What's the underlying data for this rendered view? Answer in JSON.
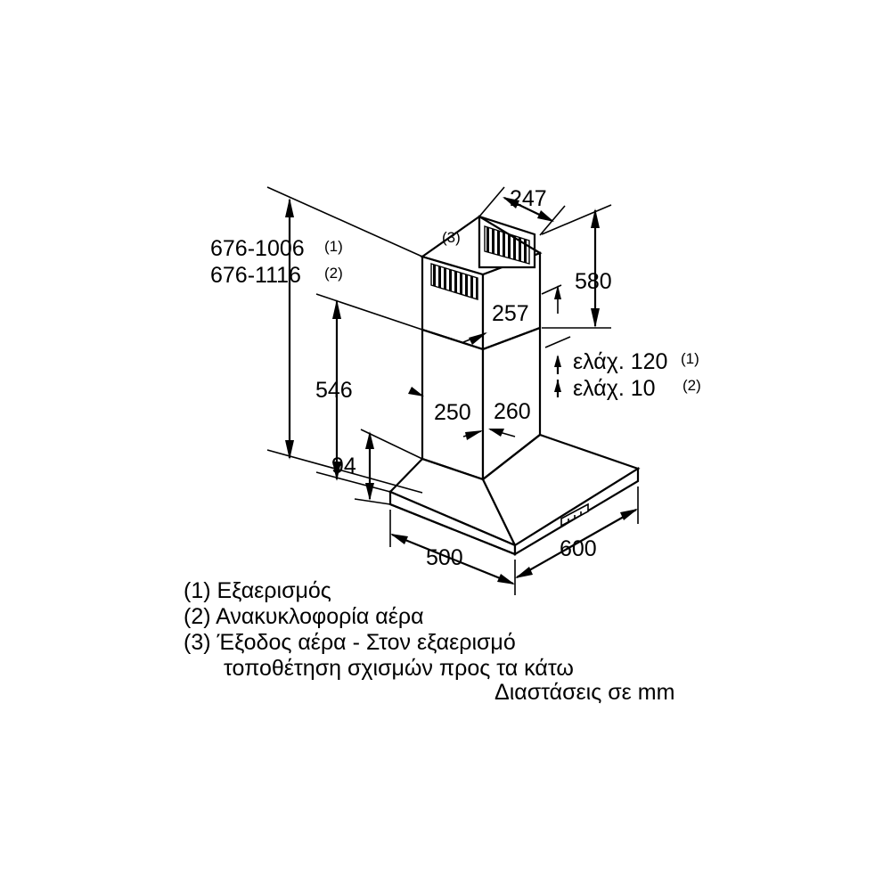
{
  "dimensions": {
    "width_top": "247",
    "height_upper_chimney": "580",
    "height_range_1": "676-1006",
    "height_range_1_note": "(1)",
    "height_range_2": "676-1116",
    "height_range_2_note": "(2)",
    "outlet_label": "(3)",
    "chimney_depth_top": "257",
    "chimney_height_lower": "546",
    "chimney_width": "250",
    "chimney_depth": "260",
    "canopy_height": "94",
    "hood_depth": "500",
    "hood_width": "600",
    "clearance_1": "ελάχ. 120",
    "clearance_1_note": "(1)",
    "clearance_2": "ελάχ. 10",
    "clearance_2_note": "(2)"
  },
  "legend": {
    "item1": "(1) Εξαερισμός",
    "item2": "(2) Ανακυκλοφορία αέρα",
    "item3_line1": "(3) Έξοδος αέρα - Στον εξαερισμό",
    "item3_line2": "τοποθέτηση σχισμών προς τα κάτω"
  },
  "units_note": "Διαστάσεις σε mm"
}
